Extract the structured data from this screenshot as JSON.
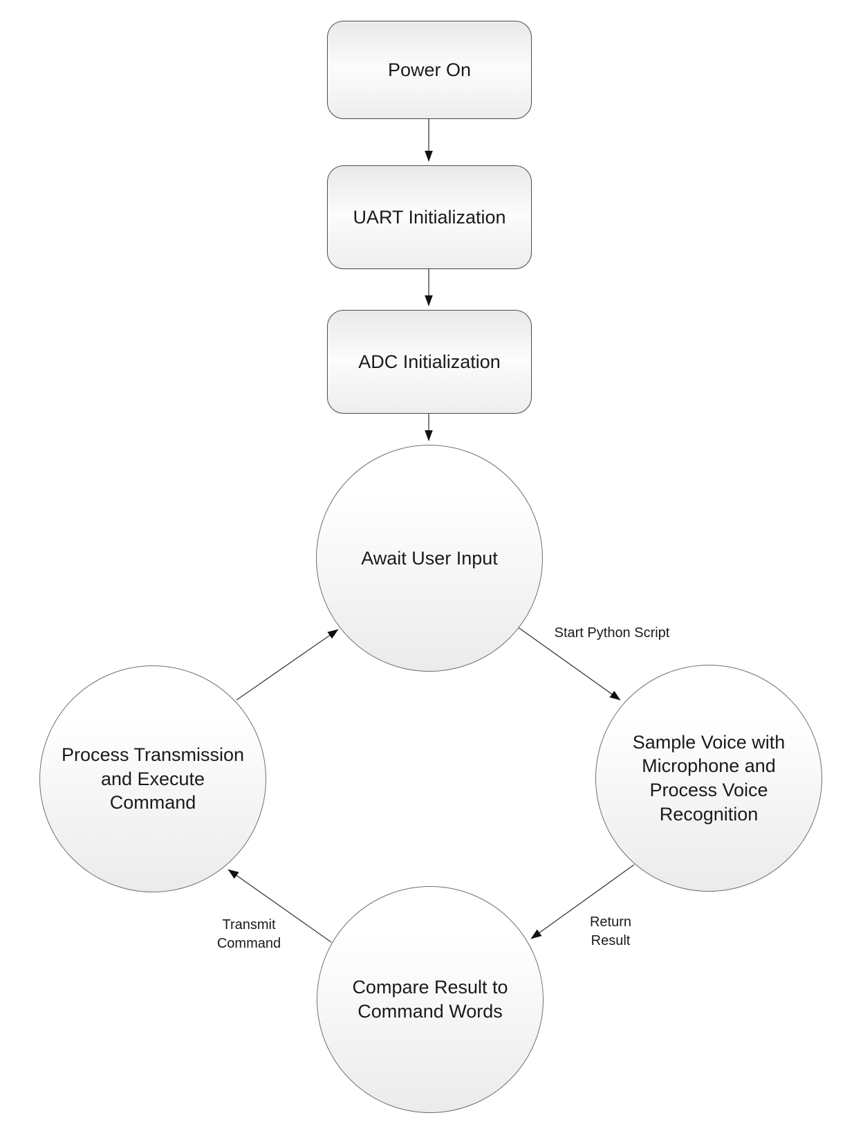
{
  "diagram": {
    "type": "flowchart",
    "nodes": [
      {
        "id": "power-on",
        "shape": "rounded-rect",
        "label": "Power On"
      },
      {
        "id": "uart-init",
        "shape": "rounded-rect",
        "label": "UART Initialization"
      },
      {
        "id": "adc-init",
        "shape": "rounded-rect",
        "label": "ADC Initialization"
      },
      {
        "id": "await-user-input",
        "shape": "circle",
        "label": "Await User Input"
      },
      {
        "id": "sample-voice",
        "shape": "circle",
        "label": "Sample Voice with\nMicrophone and\nProcess Voice\nRecognition"
      },
      {
        "id": "compare-result",
        "shape": "circle",
        "label": "Compare Result to\nCommand Words"
      },
      {
        "id": "process-transmission",
        "shape": "circle",
        "label": "Process Transmission\nand Execute\nCommand"
      }
    ],
    "edges": [
      {
        "from": "power-on",
        "to": "uart-init",
        "label": ""
      },
      {
        "from": "uart-init",
        "to": "adc-init",
        "label": ""
      },
      {
        "from": "adc-init",
        "to": "await-user-input",
        "label": ""
      },
      {
        "from": "await-user-input",
        "to": "sample-voice",
        "label": "Start Python Script"
      },
      {
        "from": "sample-voice",
        "to": "compare-result",
        "label": "Return\nResult"
      },
      {
        "from": "compare-result",
        "to": "process-transmission",
        "label": "Transmit\nCommand"
      },
      {
        "from": "process-transmission",
        "to": "await-user-input",
        "label": ""
      }
    ],
    "colors": {
      "background": "#ffffff",
      "rect_border": "#4d4d4d",
      "circle_border": "#6e6e6e",
      "connector": "#3a3a3a",
      "text": "#1a1a1a",
      "fill_gradient_top": "#e9e9e9",
      "fill_gradient_light": "#ffffff",
      "fill_gradient_bottom": "#ebebeb"
    }
  }
}
